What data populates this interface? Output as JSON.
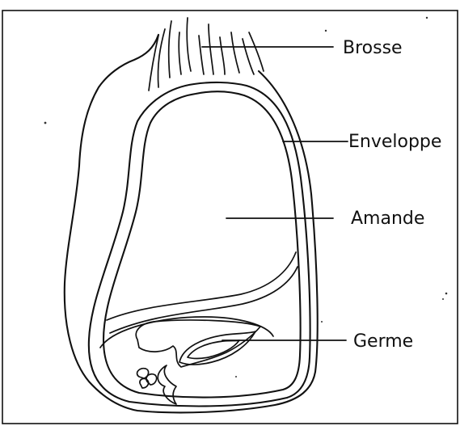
{
  "labels": {
    "brosse": "Brosse",
    "enveloppe": "Enveloppe",
    "amande": "Amande",
    "germe": "Germe"
  },
  "colors": {
    "line": "#111111",
    "background": "#ffffff"
  }
}
